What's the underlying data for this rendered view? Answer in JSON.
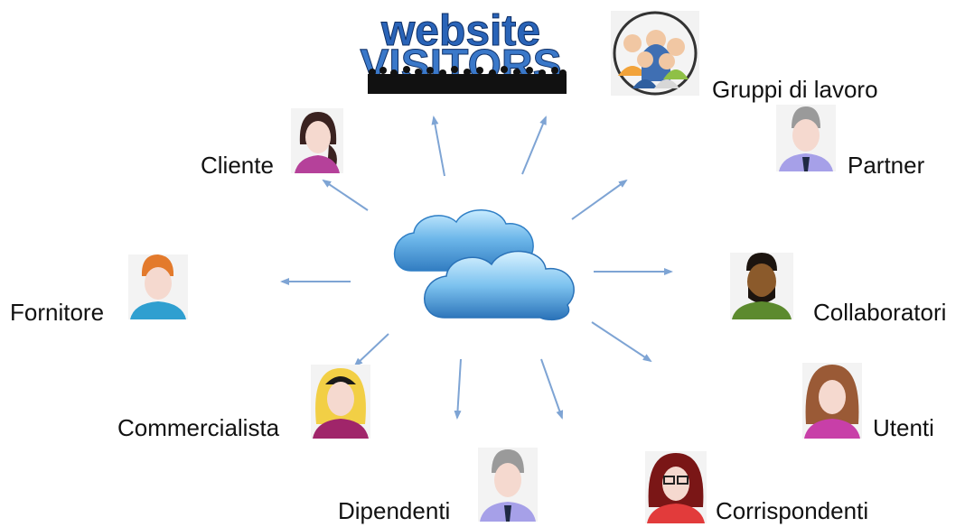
{
  "logo": {
    "line1": "website",
    "line2": "VISITORS"
  },
  "nodes": {
    "gruppi": {
      "label": "Gruppi di lavoro",
      "icon": "group-avatars-icon"
    },
    "partner": {
      "label": "Partner",
      "icon": "man-gray-hair-avatar-icon"
    },
    "cliente": {
      "label": "Cliente",
      "icon": "woman-braid-avatar-icon"
    },
    "fornitore": {
      "label": "Fornitore",
      "icon": "man-orange-hair-avatar-icon"
    },
    "collaboratori": {
      "label": "Collaboratori",
      "icon": "man-dark-skin-avatar-icon"
    },
    "commercialista": {
      "label": "Commercialista",
      "icon": "woman-blonde-avatar-icon"
    },
    "utenti": {
      "label": "Utenti",
      "icon": "woman-brown-hair-avatar-icon"
    },
    "dipendenti": {
      "label": "Dipendenti",
      "icon": "man-gray-hair-avatar-icon"
    },
    "corrispondenti": {
      "label": "Corrispondenti",
      "icon": "woman-glasses-avatar-icon"
    }
  },
  "center": {
    "icon": "cloud-icon"
  },
  "colors": {
    "arrow": "#7ea4d4",
    "cloud_light": "#a9d6f5",
    "cloud_dark": "#2f7fc6",
    "logo_blue": "#2a64b8"
  }
}
